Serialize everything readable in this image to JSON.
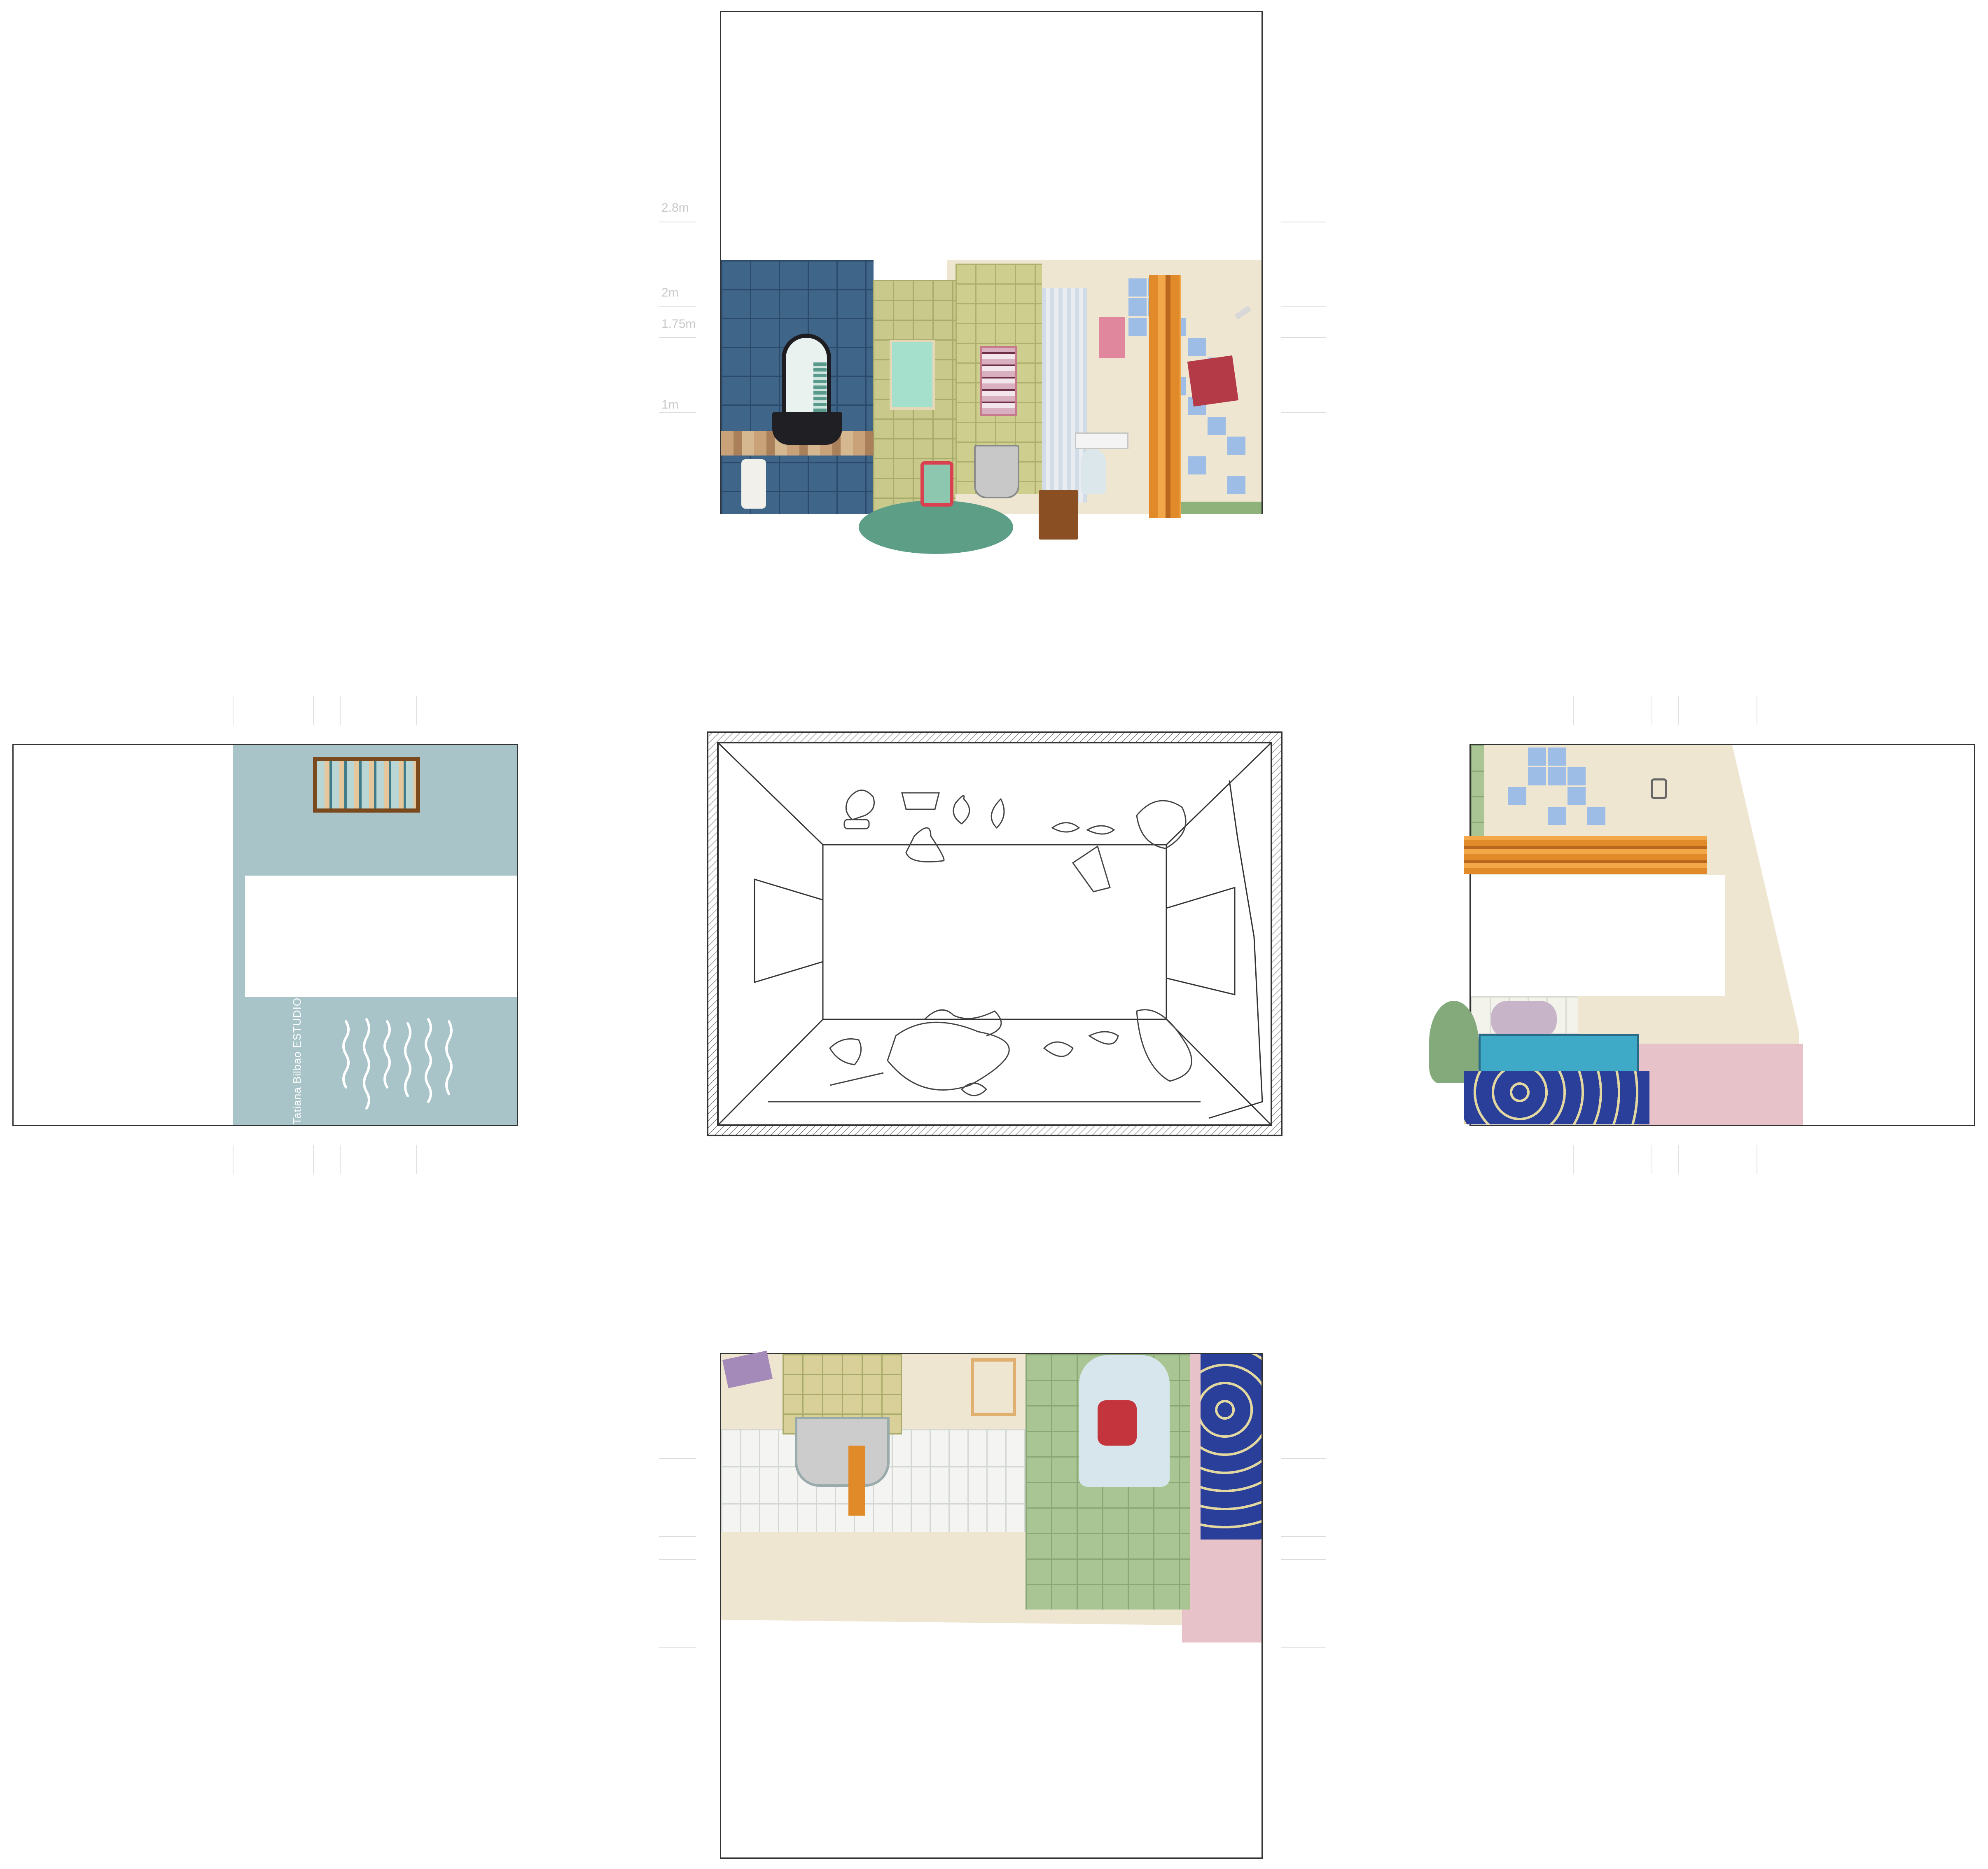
{
  "elevation_top": {
    "dim_labels": [
      "2.8m",
      "2m",
      "1.75m",
      "1m"
    ]
  },
  "elevation_left": {
    "credit": "Tatiana Bilbao ESTUDIO"
  },
  "palette": {
    "wall_blue": "#3f6589",
    "wall_green": "#c8c98a",
    "wall_pink": "#e7c3c9",
    "wall_cream": "#efe6d2",
    "wall_teal": "#a8c4c8",
    "wood_orange": "#e08a2a",
    "tile_light_blue": "#93b8e8"
  },
  "icons": [
    "mirror-icon",
    "sink-icon",
    "bucket-icon",
    "stool-icon",
    "chair-icon",
    "rug-icon",
    "shower-head-icon",
    "towel-icon",
    "bathtub-icon",
    "window-icon",
    "faucet-icon",
    "plant-icon",
    "person-figure-icon"
  ]
}
